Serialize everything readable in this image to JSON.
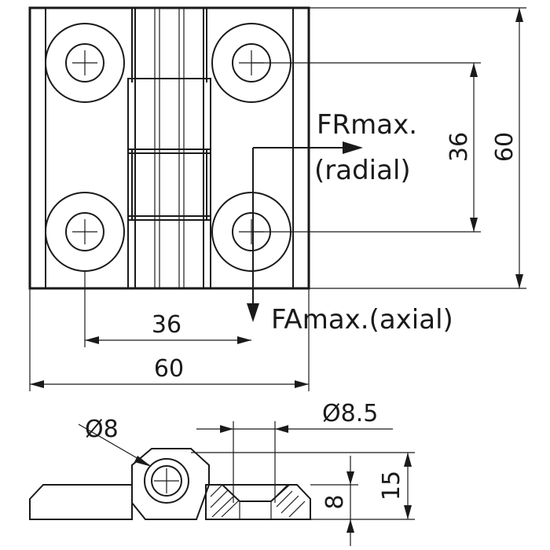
{
  "top_view": {
    "dim_hole_spacing_h": "36",
    "dim_width": "60",
    "dim_hole_spacing_v": "36",
    "dim_height": "60",
    "radial_force_label": "FRmax.",
    "radial_force_sub": "(radial)",
    "axial_force_label": "FAmax.(axial)"
  },
  "side_view": {
    "dim_pin_diameter": "Ø8",
    "dim_countersink_diameter": "Ø8.5",
    "dim_leaf_thickness": "8",
    "dim_knuckle_height": "15"
  }
}
